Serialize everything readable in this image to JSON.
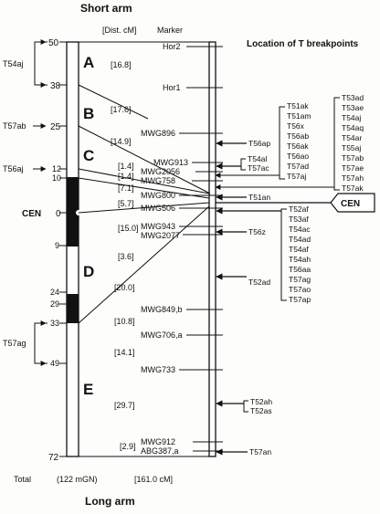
{
  "header": {
    "top_title": "Short arm",
    "col_dist": "[Dist. cM]",
    "col_marker": "Marker",
    "location_title": "Location of T breakpoints",
    "bottom_title": "Long arm"
  },
  "positions": {
    "p50": "50",
    "p38": "38",
    "p25": "25",
    "p12": "12",
    "p10": "10",
    "p0": "0",
    "p9": "9",
    "p24": "24",
    "p29": "29",
    "p33": "33",
    "p49": "49",
    "p72": "72"
  },
  "sections": {
    "a": "A",
    "b": "B",
    "c": "C",
    "d": "D",
    "e": "E"
  },
  "cen": {
    "left": "CEN",
    "right": "CEN"
  },
  "left_labels": {
    "t54aj": "T54aj",
    "t57ab": "T57ab",
    "t56aj": "T56aj",
    "t57ag": "T57ag"
  },
  "distances": [
    "[16.8]",
    "[17.6]",
    "[14.9]",
    "[1.4]",
    "[1.4]",
    "[7.1]",
    "[5.7]",
    "[15.0]",
    "[3.6]",
    "[20.0]",
    "[10.8]",
    "[14.1]",
    "[29.7]",
    "[2.9]"
  ],
  "markers": [
    "Hor2",
    "Hor1",
    "MWG896",
    "MWG913",
    "MWG2056",
    "MWG758",
    "MWG800",
    "MWG506",
    "MWG943",
    "MWG2077",
    "MWG849,b",
    "MWG706,a",
    "MWG733",
    "MWG912",
    "ABG387,a"
  ],
  "breakpoints": {
    "g1_col1": [
      "T51ak",
      "T51am",
      "T56x",
      "T56ab",
      "T56ak",
      "T56ao",
      "T57ad",
      "T57aj"
    ],
    "g1_col2": [
      "T53ad",
      "T53ae",
      "T54aj",
      "T54aq",
      "T54ar",
      "T55aj",
      "T57ab",
      "T57ae",
      "T57ah",
      "T57ak"
    ],
    "t56ap": "T56ap",
    "t54al": "T54al",
    "t57ac": "T57ac",
    "t51an": "T51an",
    "t56z": "T56z",
    "g2": [
      "T52af",
      "T53af",
      "T54ac",
      "T54ad",
      "T54af",
      "T54ah",
      "T56aa",
      "T57ag",
      "T57ao",
      "T57ap"
    ],
    "t52ad": "T52ad",
    "t52ah": "T52ah",
    "t52as": "T52as",
    "t57an": "T57an"
  },
  "footer": {
    "total": "Total",
    "total_mgn": "(122 mGN)",
    "total_cm": "[161.0 cM]"
  }
}
